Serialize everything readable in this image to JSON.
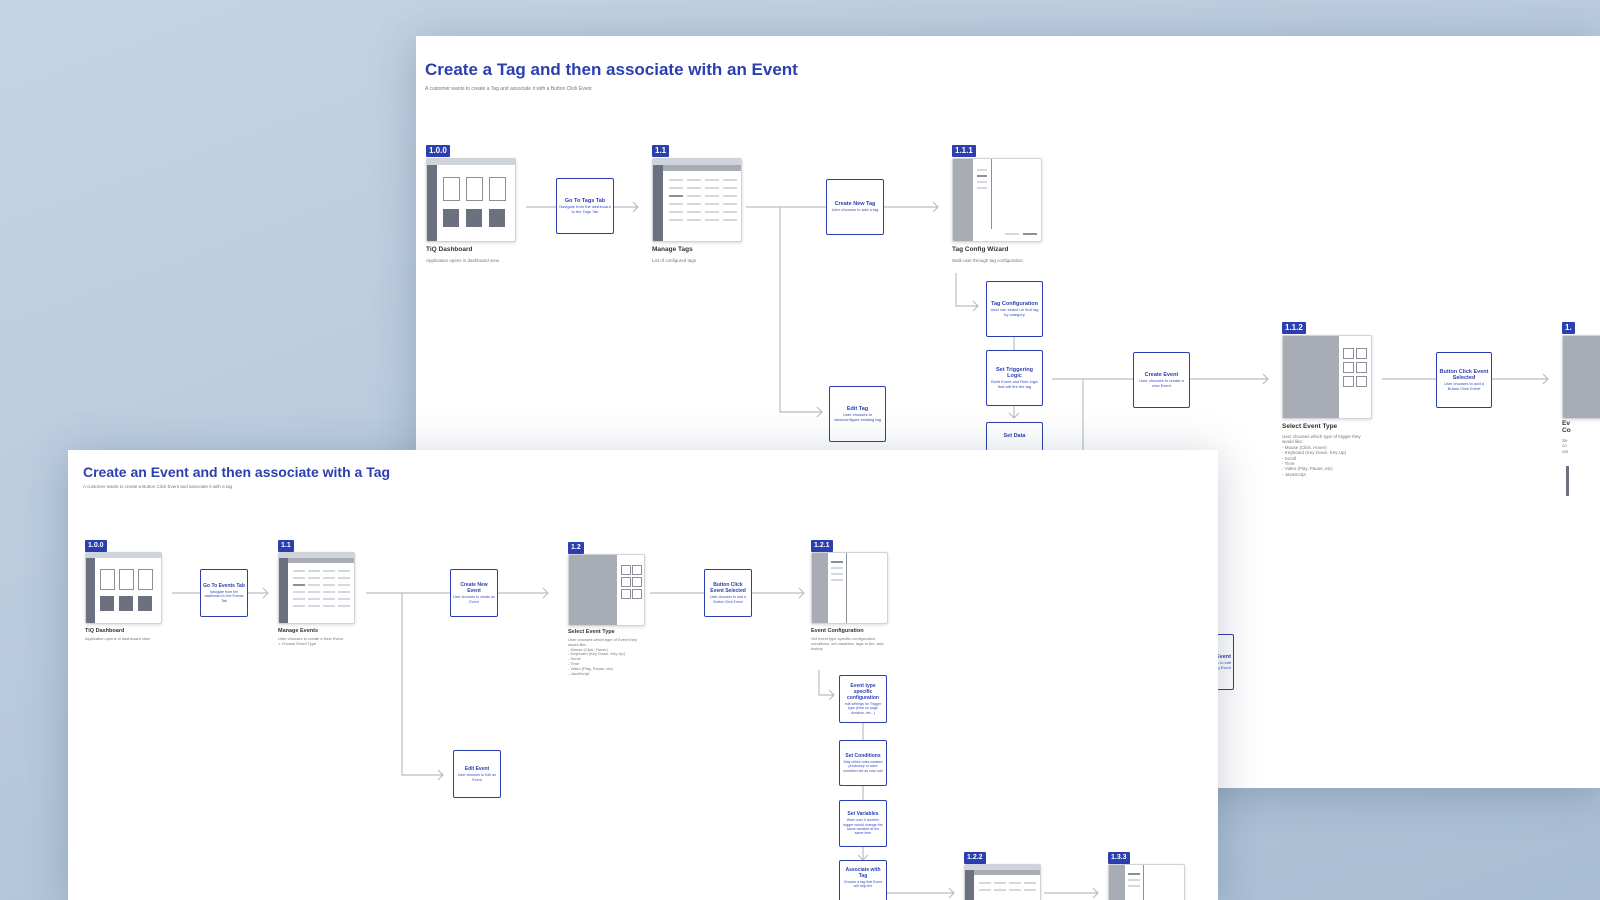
{
  "board_top": {
    "title": "Create a Tag and then associate with an Event",
    "subtitle": "A customer wants to create a Tag and associate it with a Button Click Event",
    "screens": {
      "dashboard": {
        "step": "1.0.0",
        "caption": "TiQ Dashboard",
        "desc": "Application opens in dashboard view."
      },
      "manage_tags": {
        "step": "1.1",
        "caption": "Manage Tags",
        "desc": "List of configured tags"
      },
      "wizard": {
        "step": "1.1.1",
        "caption": "Tag Config Wizard",
        "desc": "Walk user through tag configuration"
      },
      "select_event": {
        "step": "1.1.2",
        "caption": "Select Event Type",
        "desc": "User chooses which type of trigger they would like:\n- Mouse (Click, Hover)\n- Keyboard (Key Down, Key Up)\n- Scroll\n- Time\n- Video (Play, Pause, etc)\n- JavaScript"
      },
      "edge": {
        "step": "1.",
        "caption": "Ev\nCo",
        "desc": "Se\nco\nvar"
      }
    },
    "actions": {
      "go_tags": {
        "title": "Go To Tags Tab",
        "desc": "Navigate from the dashboard to the Tags Tab"
      },
      "create_tag": {
        "title": "Create New Tag",
        "desc": "User chooses to add a tag"
      },
      "edit_tag": {
        "title": "Edit Tag",
        "desc": "User chooses to view/configure existing tag"
      },
      "tag_config": {
        "title": "Tag Configuration",
        "desc": "User can search or find tag by category"
      },
      "triggering": {
        "title": "Set Triggering Logic",
        "desc": "Build Event and Rule logic that will fire the tag"
      },
      "set_data": {
        "title": "Set Data",
        "desc": ""
      },
      "create_event": {
        "title": "Create Event",
        "desc": "User chooses to create a new Event"
      },
      "button_click": {
        "title": "Button Click Event Selected",
        "desc": "User chooses to add a Button Click Event"
      },
      "edit_event": {
        "title": "dit Event",
        "desc": "User chooses to edit existing Event"
      }
    }
  },
  "board_bottom": {
    "title": "Create an Event and then associate with a Tag",
    "subtitle": "A customer wants to create a Button Click Event and associate it with a tag",
    "screens": {
      "dashboard": {
        "step": "1.0.0",
        "caption": "TiQ Dashboard",
        "desc": "Application opens in dashboard view"
      },
      "manage_events": {
        "step": "1.1",
        "caption": "Manage Events",
        "desc": "User chooses to create a New Event\n> Choose Event Type"
      },
      "select_event": {
        "step": "1.2",
        "caption": "Select Event Type",
        "desc": "User chooses which type of Event they would like:\n- Mouse (Click, Hover)\n- Keyboard (Key Down, Key Up)\n- Scroll\n- Time\n- Video (Play, Pause, etc)\n- JavaScript"
      },
      "event_config": {
        "step": "1.2.1",
        "caption": "Event Configuration",
        "desc": "Set event type specific configuration, conditions, set variables, tags to fire, and history"
      },
      "s122": {
        "step": "1.2.2"
      },
      "s133": {
        "step": "1.3.3"
      }
    },
    "actions": {
      "go_events": {
        "title": "Go To Events Tab",
        "desc": "Navigate from the dashboard to the Events Tab"
      },
      "create_event": {
        "title": "Create New Event",
        "desc": "User chooses to create an Event"
      },
      "button_click": {
        "title": "Button Click Event Selected",
        "desc": "User chooses to add a Button Click Event"
      },
      "edit_event": {
        "title": "Edit Event",
        "desc": "User chooses to Edit an Event"
      },
      "type_config": {
        "title": "Event type specific configuration",
        "desc": "edit settings for Trigger type (time on page duration, etc...)"
      },
      "conditions": {
        "title": "Set Conditions",
        "desc": "May utilize rules created previously or save condition set as new rule"
      },
      "variables": {
        "title": "Set Variables",
        "desc": "Warn user if another trigger would change the same variable at the same time"
      },
      "associate": {
        "title": "Associate with Tag",
        "desc": "Choose a tag that Event will help fire"
      }
    }
  }
}
